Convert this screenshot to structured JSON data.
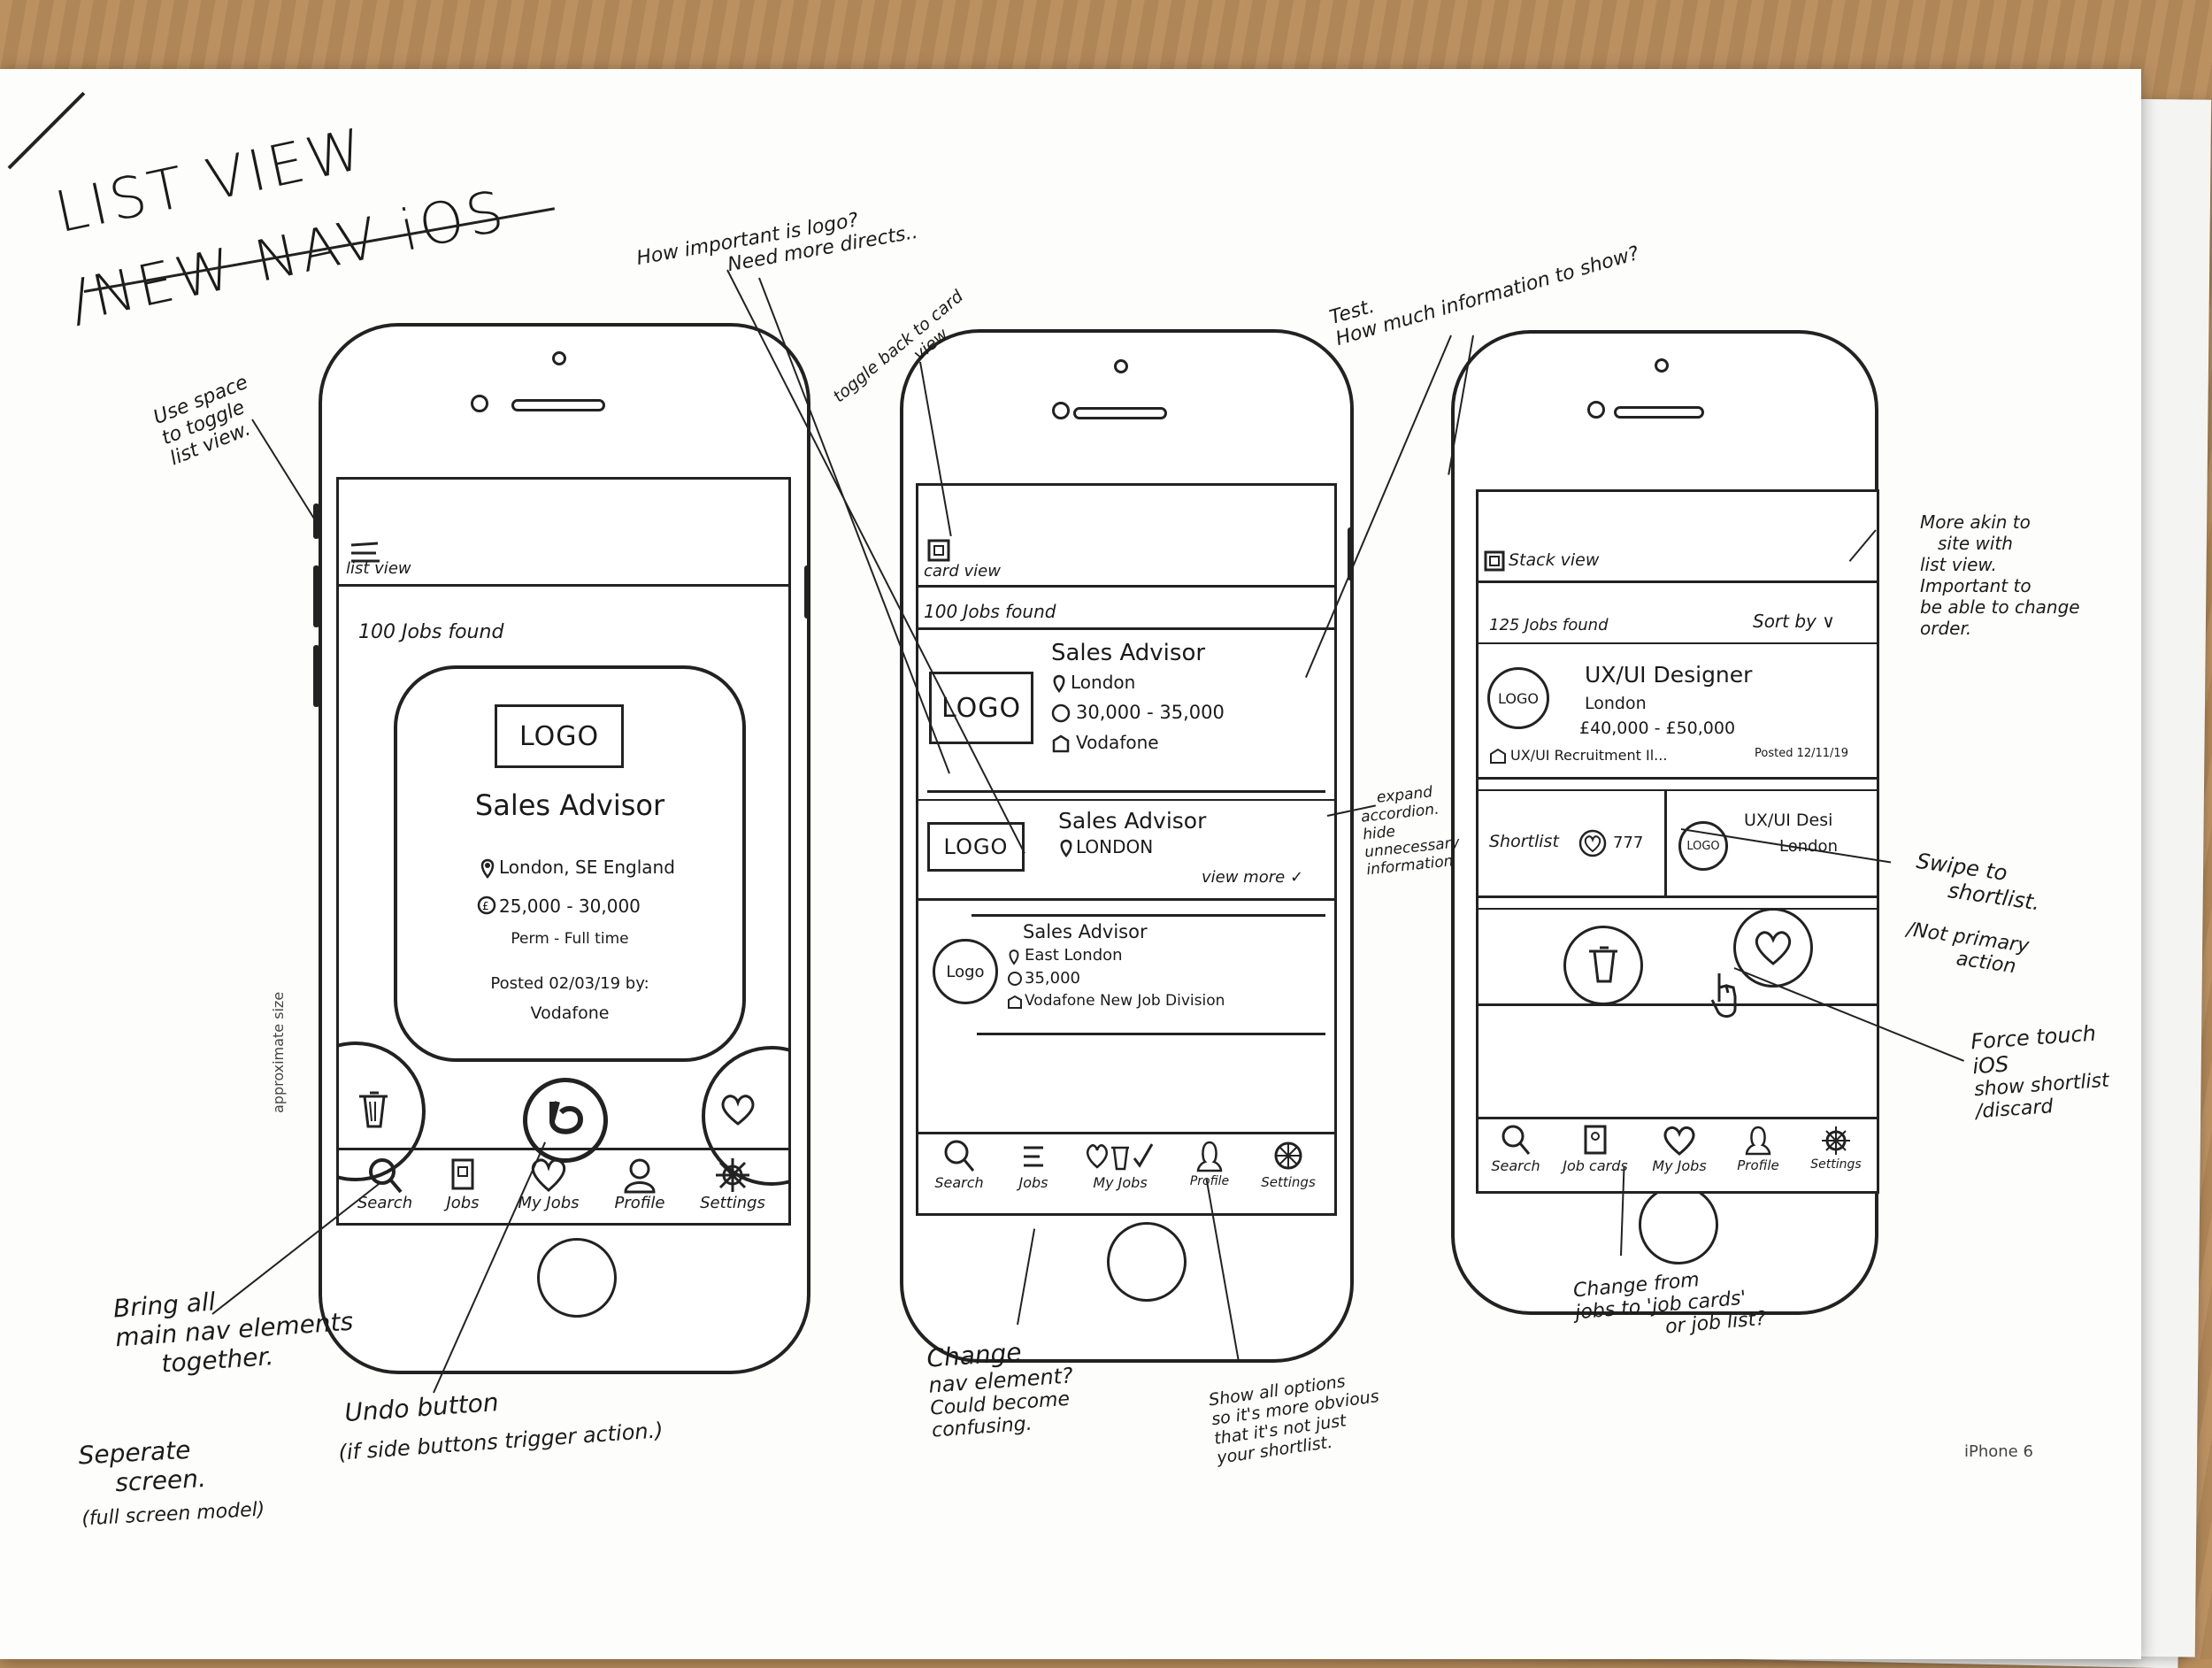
{
  "sheet": {
    "title_line1": "LIST VIEW",
    "title_line2": "/NEW NAV iOS",
    "side_label": "approximate size",
    "corner_label": "iPhone 6"
  },
  "phone1": {
    "toggle_label": "list view",
    "jobs_found": "100 Jobs found",
    "card": {
      "logo": "LOGO",
      "job_title": "Sales Advisor",
      "location": "London, SE England",
      "salary": "25,000 - 30,000",
      "type": "Perm - Full time",
      "posted": "Posted 02/03/19 by:",
      "company": "Vodafone"
    },
    "nav": [
      "Search",
      "Jobs",
      "My Jobs",
      "Profile",
      "Settings"
    ]
  },
  "phone2": {
    "toggle_label": "card view",
    "jobs_found": "100 Jobs found",
    "item1": {
      "logo": "LOGO",
      "title": "Sales Advisor",
      "location": "London",
      "salary": "30,000 - 35,000",
      "company": "Vodafone"
    },
    "item2": {
      "logo": "LOGO",
      "title": "Sales Advisor",
      "location": "LONDON",
      "view_more": "view more"
    },
    "item3": {
      "logo": "Logo",
      "title": "Sales Advisor",
      "location": "East London",
      "salary": "35,000",
      "company": "Vodafone New Job Division"
    },
    "nav": [
      "Search",
      "Jobs",
      "My Jobs",
      "Profile",
      "Settings"
    ]
  },
  "phone3": {
    "toggle_label": "Stack view",
    "jobs_found": "125 Jobs found",
    "sort": "Sort by",
    "item1": {
      "logo": "LOGO",
      "title": "UX/UI Designer",
      "location": "London",
      "salary": "£40,000 - £50,000",
      "recruiter": "UX/UI Recruitment Il...",
      "posted": "Posted 12/11/19"
    },
    "swipe": {
      "shortlist": "Shortlist",
      "count": "777",
      "logo": "LOGO",
      "title": "UX/UI Desi",
      "location": "London"
    },
    "nav": [
      "Search",
      "Job cards",
      "My Jobs",
      "Profile",
      "Settings"
    ]
  },
  "annotations": {
    "toggle_space": [
      "Use space",
      "to toggle",
      "list view."
    ],
    "logo_importance": [
      "How important is logo?",
      "Need more directs.."
    ],
    "toggle_back": [
      "toggle back to card",
      "view"
    ],
    "test_info": [
      "Test.",
      "How much information to show?"
    ],
    "more_akin": [
      "More akin to",
      "site with",
      "list view.",
      "Important to",
      "be able to change",
      "order."
    ],
    "expand": [
      "expand",
      "accordion.",
      "hide",
      "unnecessary",
      "information"
    ],
    "swipe_shortlist": [
      "Swipe to",
      "shortlist.",
      "/Not primary",
      "action"
    ],
    "force_touch": [
      "Force touch",
      "iOS",
      "show shortlist",
      "/discard"
    ],
    "bring_nav": [
      "Bring all",
      "main nav elements",
      "together."
    ],
    "separate": [
      "Seperate",
      "screen.",
      "(full screen model)"
    ],
    "undo": [
      "Undo button",
      "(if side buttons trigger action.)"
    ],
    "change_nav": [
      "Change",
      "nav element?",
      "Could become",
      "confusing."
    ],
    "show_options": [
      "Show all options",
      "so it's more obvious",
      "that it's not just",
      "your shortlist."
    ],
    "change_jobs": [
      "Change from",
      "jobs to 'job cards'",
      "or job list?"
    ]
  }
}
